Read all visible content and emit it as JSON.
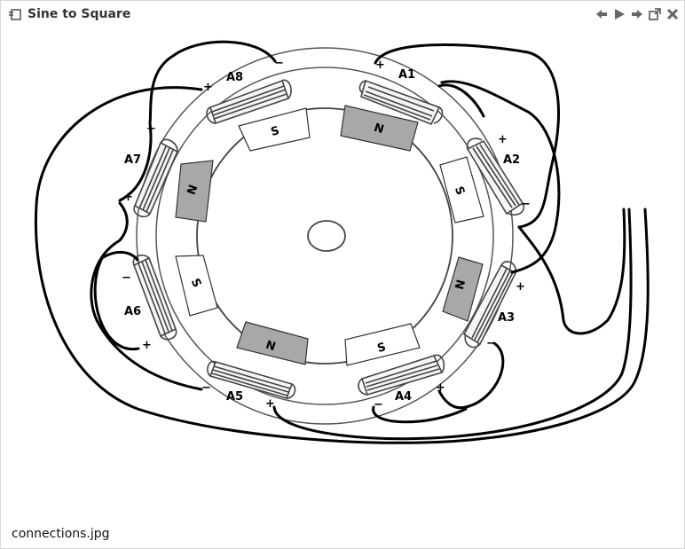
{
  "window": {
    "title": "Sine to Square",
    "controls": [
      "back-icon",
      "play-icon",
      "forward-icon",
      "popout-icon",
      "close-icon"
    ]
  },
  "image": {
    "filename": "connections.jpg",
    "coils": {
      "a1": "A1",
      "a2": "A2",
      "a3": "A3",
      "a4": "A4",
      "a5": "A5",
      "a6": "A6",
      "a7": "A7",
      "a8": "A8"
    },
    "magnets": {
      "m1": "N",
      "m2": "S",
      "m3": "N",
      "m4": "S",
      "m5": "N",
      "m6": "S",
      "m7": "N",
      "m8": "S"
    },
    "signs": {
      "plus": "+",
      "minus": "−"
    }
  }
}
